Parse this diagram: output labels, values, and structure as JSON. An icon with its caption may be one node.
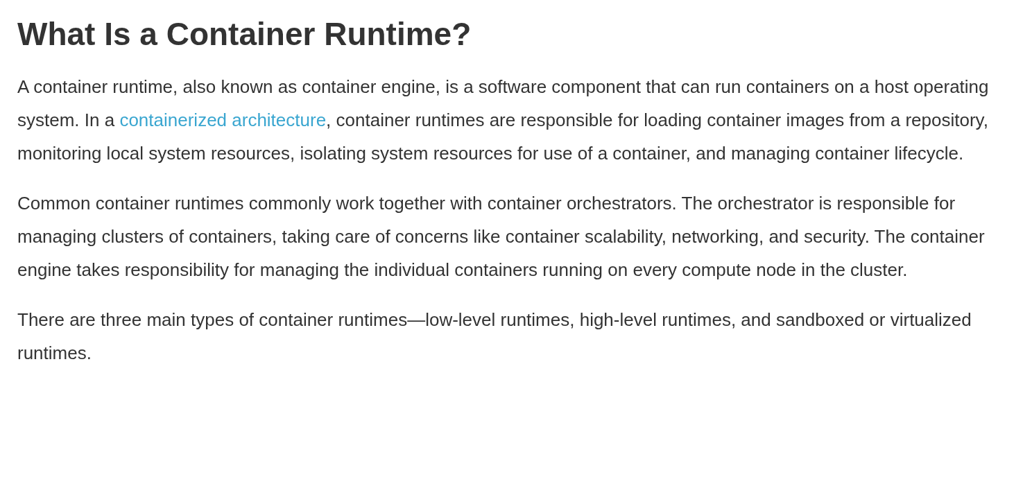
{
  "diagram": {
    "title": "What Is a Container Runtime?",
    "labels": [
      "A container runtime, also known as container engine, is a software component that can run containers on a host operating system. In a",
      "containerized architecture",
      ", container runtimes are responsible for loading container images from a repository, monitoring local system resources, isolating system resources for use of a container, and managing container lifecycle.",
      "Common container runtimes commonly work together with container orchestrators. The orchestrator is responsible for managing clusters of containers, taking care of concerns like container scalability, networking, and security. The container engine takes responsibility for managing the individual containers running on every compute node in the cluster.",
      "There are three main types of container runtimes—low-level runtimes, high-level runtimes, and sandboxed or virtualized runtimes."
    ]
  }
}
